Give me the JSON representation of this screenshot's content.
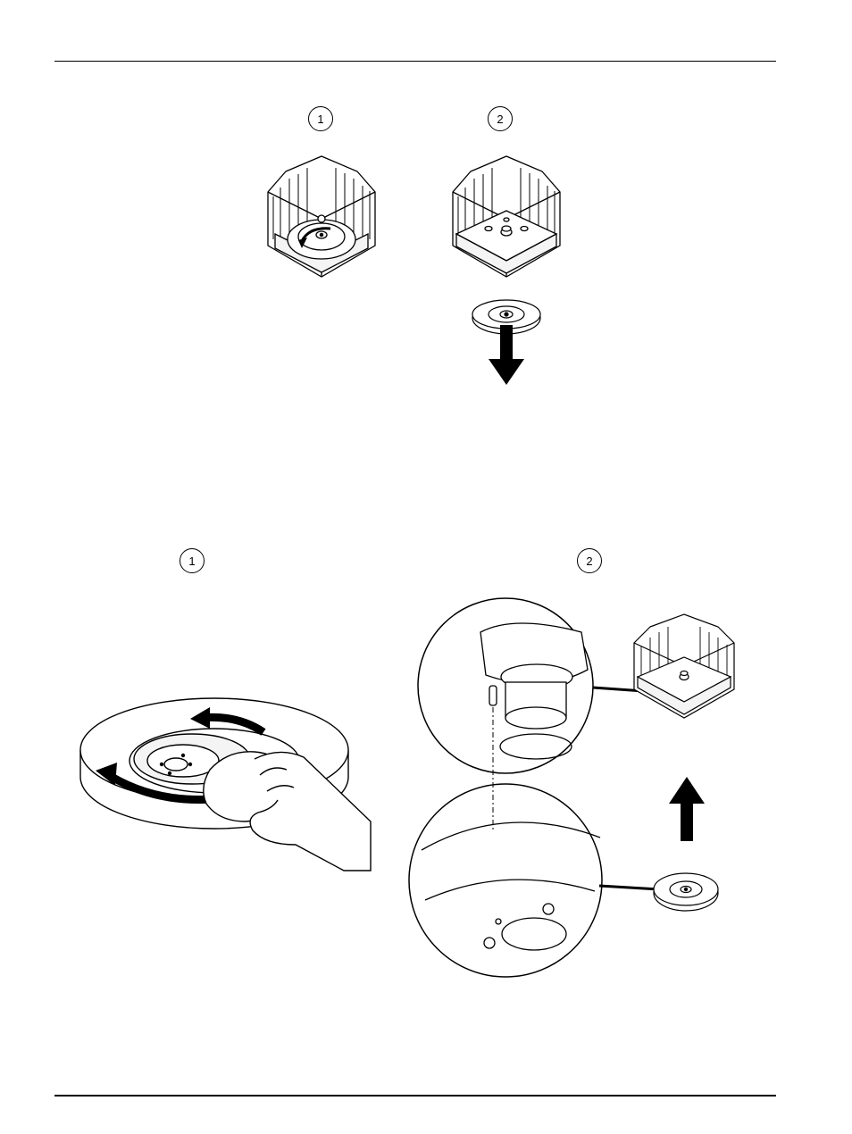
{
  "figure_top": {
    "steps": [
      {
        "label": "1"
      },
      {
        "label": "2"
      }
    ]
  },
  "figure_bottom": {
    "steps": [
      {
        "label": "1"
      },
      {
        "label": "2"
      }
    ]
  },
  "colors": {
    "line": "#000000",
    "paper": "#ffffff",
    "shade": "#e6e6e6"
  },
  "icons": [
    "sensor-housing-icon",
    "rotate-arrow-icon",
    "down-arrow-icon",
    "up-arrow-icon",
    "hand-cloth-icon",
    "magnifier-detail-icon"
  ]
}
